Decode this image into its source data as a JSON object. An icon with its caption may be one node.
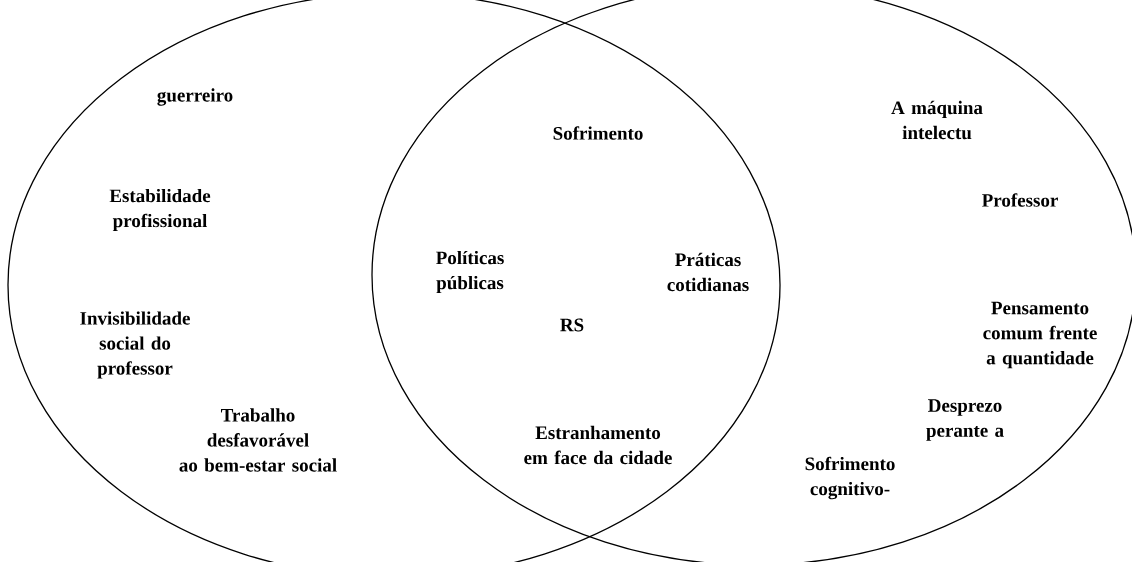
{
  "diagram": {
    "nodes": [
      {
        "text": [],
        "shape": "ellipse"
      },
      {
        "text": [],
        "shape": "ellipse"
      }
    ],
    "labels": [
      "guerreiro",
      "Estabilidade profissional",
      "Invisibilidade social do professor",
      "Trabalho desfavorável ao bem-estar social",
      "Sofrimento",
      "Políticas públicas",
      "Práticas cotidianas",
      "RS",
      "Estranhamento em face da cidade",
      "A máquina intelectu",
      "Professor",
      "Pensamento comum frente a quantidade",
      "Desprezo perante a",
      "Sofrimento cognitivo-"
    ]
  }
}
